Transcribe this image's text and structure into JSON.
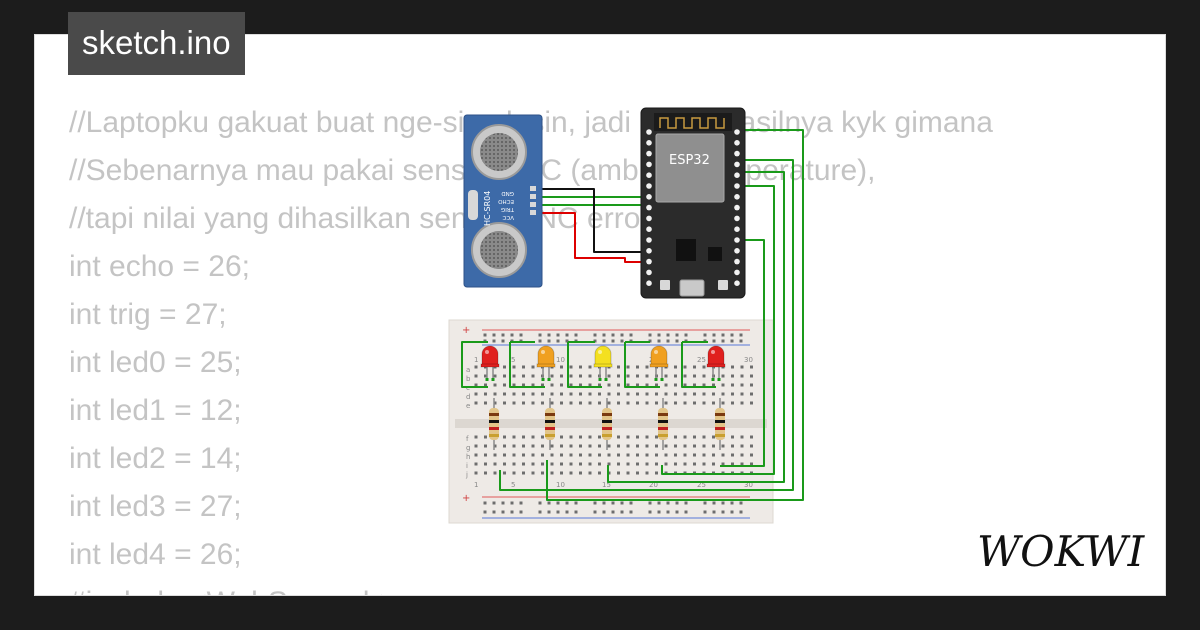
{
  "filename": "sketch.ino",
  "brand": "WOKWI",
  "code_lines": [
    "//Laptopku gakuat buat nge-simulasin, jadi gatau hasilnya kyk gimana",
    "//Sebenarnya mau pakai sensor TNC (ambient temperature),",
    "//tapi nilai yang dihasilkan sensor TNC error terus.",
    "int echo = 26;",
    "int trig = 27;",
    "int led0 = 25;",
    "int led1 = 12;",
    "int led2 = 14;",
    "int led3 = 27;",
    "int led4 = 26;",
    "#include <WebServer.h>"
  ],
  "sensor": {
    "label": "HC-SR04",
    "pins": [
      "VCC",
      "TRIG",
      "ECHO",
      "GND"
    ]
  },
  "mcu": {
    "label": "ESP32"
  },
  "breadboard": {
    "column_numbers": [
      "1",
      "5",
      "10",
      "15",
      "20",
      "25",
      "30"
    ],
    "row_letters_top": [
      "a",
      "b",
      "c",
      "d",
      "e"
    ],
    "row_letters_bottom": [
      "f",
      "g",
      "h",
      "i",
      "j"
    ],
    "leds": [
      {
        "color": "red",
        "hex": "#e0201e"
      },
      {
        "color": "orange",
        "hex": "#f0a020"
      },
      {
        "color": "yellow",
        "hex": "#f4e020"
      },
      {
        "color": "orange",
        "hex": "#f0a020"
      },
      {
        "color": "red",
        "hex": "#e0201e"
      }
    ]
  },
  "colors": {
    "background": "#1c1c1c",
    "card": "#ffffff",
    "code_text": "#c4c4c4",
    "wire_green": "#1a9a1a",
    "wire_black": "#111111",
    "wire_red": "#dd0000",
    "sensor_blue": "#3d6aa8",
    "esp_board": "#2b2b2b"
  }
}
